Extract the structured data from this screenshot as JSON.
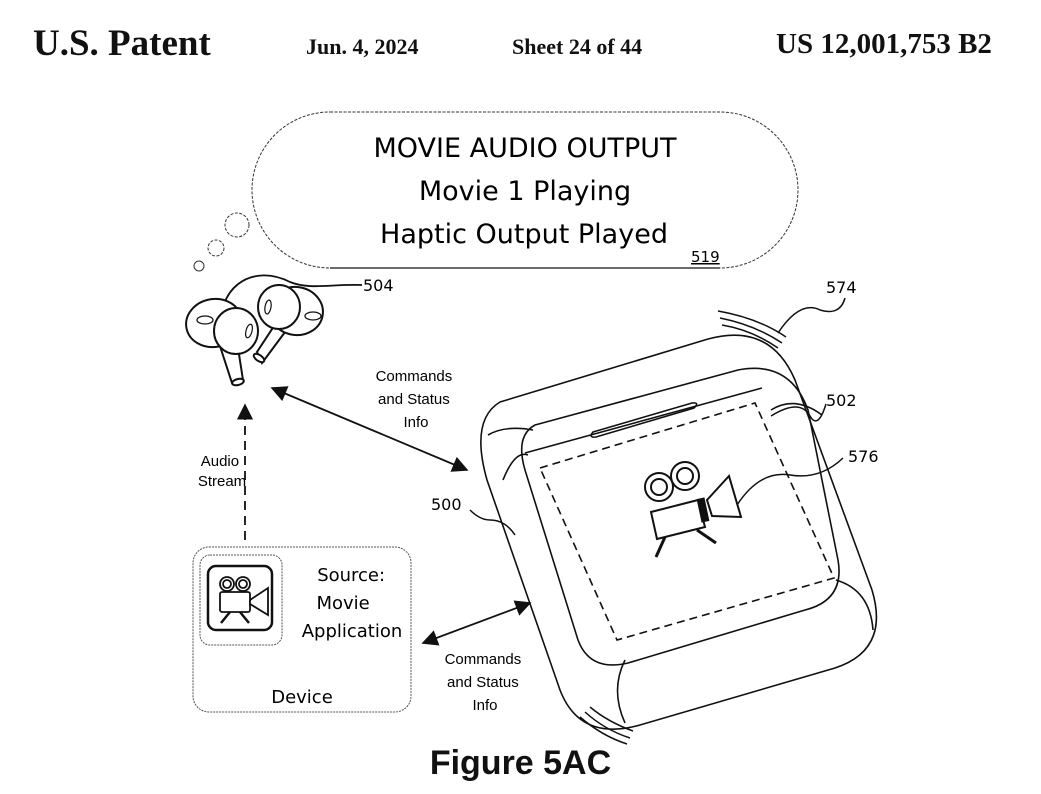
{
  "header": {
    "title": "U.S. Patent",
    "date": "Jun. 4, 2024",
    "sheet": "Sheet 24 of 44",
    "patent_number": "US 12,001,753 B2"
  },
  "bubble": {
    "line1": "MOVIE AUDIO OUTPUT",
    "line2": "Movie 1 Playing",
    "line3": "Haptic Output Played",
    "ref": "519"
  },
  "refs": {
    "earbuds": "504",
    "case": "500",
    "vibration": "574",
    "lid": "502",
    "icon": "576"
  },
  "labels": {
    "audio_stream": [
      "Audio",
      "Stream"
    ],
    "commands_top": [
      "Commands",
      "and Status",
      "Info"
    ],
    "commands_bottom": [
      "Commands",
      "and Status",
      "Info"
    ]
  },
  "device": {
    "source": [
      "Source:",
      "Movie",
      "Application"
    ],
    "name": "Device"
  },
  "caption": "Figure 5AC"
}
